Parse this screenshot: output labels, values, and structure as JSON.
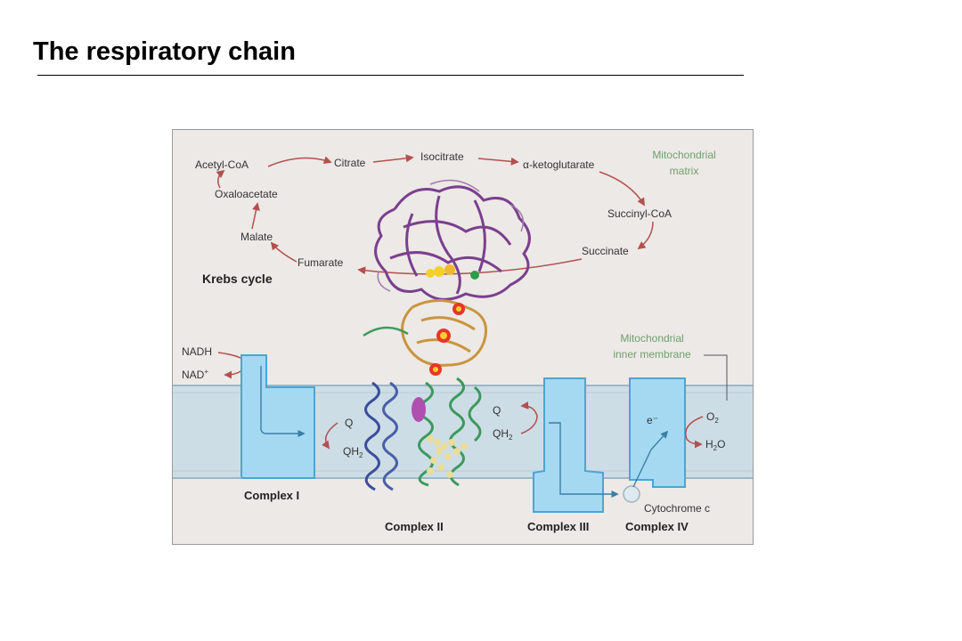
{
  "slide": {
    "title": "The respiratory chain"
  },
  "figure": {
    "krebs": {
      "acetyl_coa": "Acetyl-CoA",
      "citrate": "Citrate",
      "isocitrate": "Isocitrate",
      "akg": "α-ketoglutarate",
      "succinyl_coa": "Succinyl-CoA",
      "succinate": "Succinate",
      "fumarate": "Fumarate",
      "malate": "Malate",
      "oxaloacetate": "Oxaloacetate",
      "cycle_label": "Krebs cycle"
    },
    "matrix_label": [
      "Mitochondrial",
      "matrix"
    ],
    "membrane_label": [
      "Mitochondrial",
      "inner membrane"
    ],
    "nadh": "NADH",
    "nad": "NAD",
    "nad_sup": "+",
    "q_left": "Q",
    "qh2_left": "QH",
    "q_right": "Q",
    "qh2_right": "QH",
    "sub2": "2",
    "electron": "e⁻",
    "o2": "O",
    "h2o_h": "H",
    "h2o_o": "O",
    "cytochrome_c": "Cytochrome c",
    "complexes": [
      "Complex I",
      "Complex II",
      "Complex III",
      "Complex IV"
    ],
    "colors": {
      "background": "#ede9e6",
      "membrane": "#cddde6",
      "complex_fill": "#a5d9f2",
      "complex_stroke": "#4aa6d3",
      "arrow": "#b2504f",
      "label_green": "#6f9f6f",
      "enzyme_purple": "#7b3f8f",
      "enzyme_gold": "#c9953e"
    }
  }
}
